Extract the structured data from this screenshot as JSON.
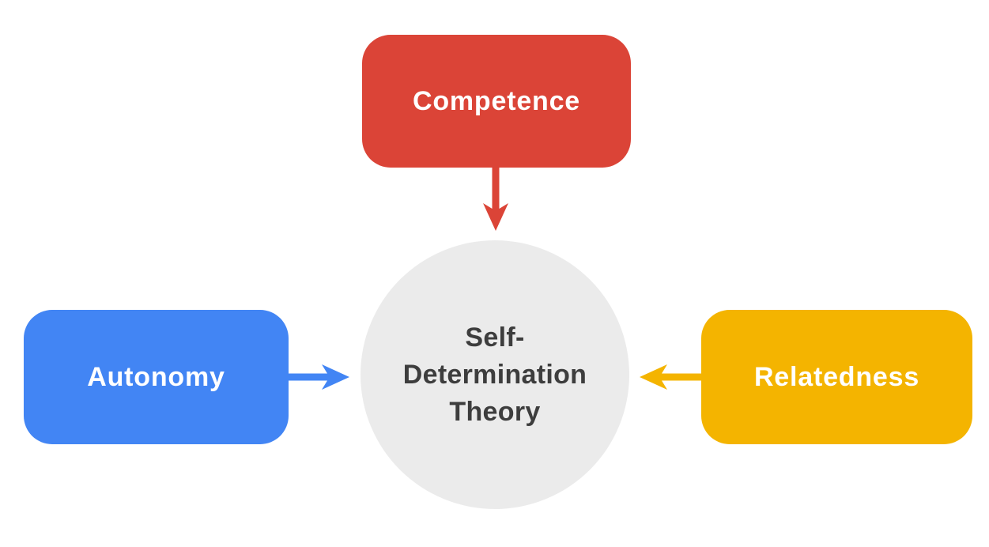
{
  "diagram": {
    "title": "Self-Determination Theory",
    "center_node": {
      "label": "Self-Determination Theory",
      "lines": [
        "Self-",
        "Determination",
        "Theory"
      ],
      "bg_color": "#ebebeb",
      "text_color": "#3d3d3d"
    },
    "nodes": {
      "competence": {
        "label": "Competence",
        "position": "top",
        "arrow_direction": "down",
        "color": "#db4437",
        "text_color": "#ffffff"
      },
      "autonomy": {
        "label": "Autonomy",
        "position": "left",
        "arrow_direction": "right",
        "color": "#4285f4",
        "text_color": "#ffffff"
      },
      "relatedness": {
        "label": "Relatedness",
        "position": "right",
        "arrow_direction": "left",
        "color": "#f4b400",
        "text_color": "#ffffff"
      }
    }
  }
}
